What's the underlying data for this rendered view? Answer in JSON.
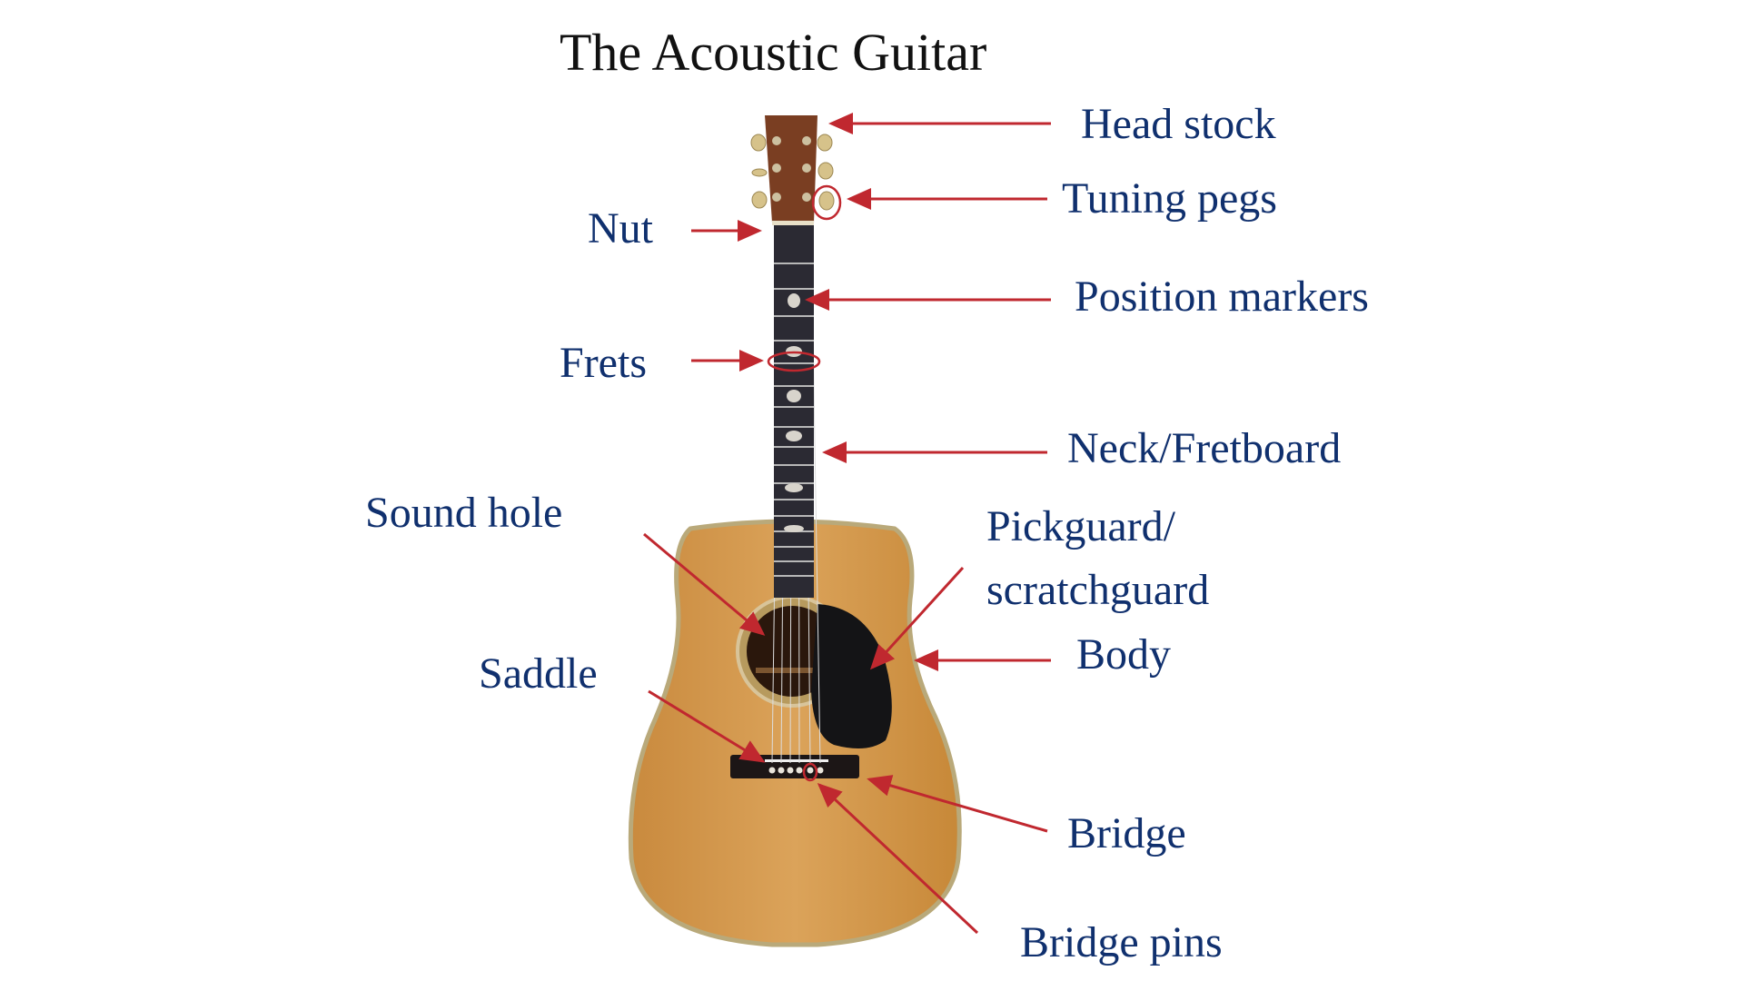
{
  "title": "The Acoustic Guitar",
  "colors": {
    "label": "#10306e",
    "arrow": "#c0282f",
    "wood": "#d49a4c"
  },
  "labels": {
    "head_stock": "Head stock",
    "tuning_pegs": "Tuning pegs",
    "nut": "Nut",
    "position_markers": "Position markers",
    "frets": "Frets",
    "neck_fretboard": "Neck/Fretboard",
    "sound_hole": "Sound hole",
    "pickguard_line1": "Pickguard/",
    "pickguard_line2": "scratchguard",
    "body": "Body",
    "saddle": "Saddle",
    "bridge": "Bridge",
    "bridge_pins": "Bridge pins"
  }
}
